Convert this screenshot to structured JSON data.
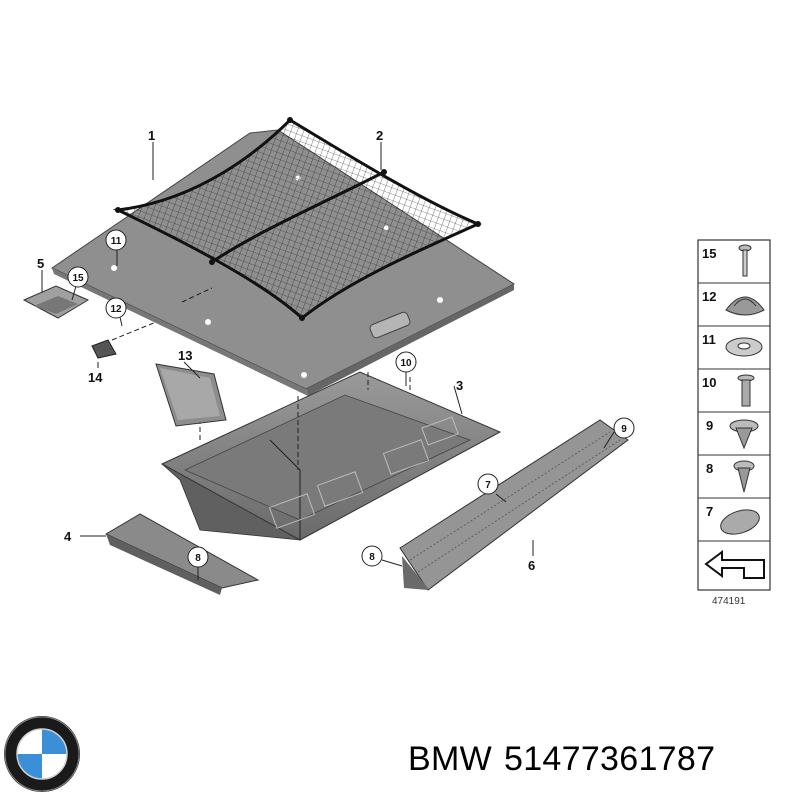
{
  "diagram": {
    "callouts": [
      {
        "id": "1",
        "label": "1"
      },
      {
        "id": "2",
        "label": "2"
      },
      {
        "id": "3",
        "label": "3"
      },
      {
        "id": "4",
        "label": "4"
      },
      {
        "id": "5",
        "label": "5"
      },
      {
        "id": "6",
        "label": "6"
      },
      {
        "id": "13",
        "label": "13"
      },
      {
        "id": "14",
        "label": "14"
      }
    ],
    "circled_callouts": [
      {
        "id": "11",
        "label": "11"
      },
      {
        "id": "15",
        "label": "15"
      },
      {
        "id": "12",
        "label": "12"
      },
      {
        "id": "10",
        "label": "10"
      },
      {
        "id": "9",
        "label": "9"
      },
      {
        "id": "7",
        "label": "7"
      },
      {
        "id": "8a",
        "label": "8"
      },
      {
        "id": "8b",
        "label": "8"
      }
    ],
    "legend": [
      "15",
      "12",
      "11",
      "10",
      "9",
      "8",
      "7"
    ],
    "reference_number": "474191"
  },
  "footer": {
    "brand": "BMW",
    "part_number": "51477361787"
  },
  "colors": {
    "panel": "#8c8c8c",
    "panel_dark": "#6b6b6b",
    "net": "#1a1a1a",
    "logo_blue": "#3a8fd6"
  }
}
